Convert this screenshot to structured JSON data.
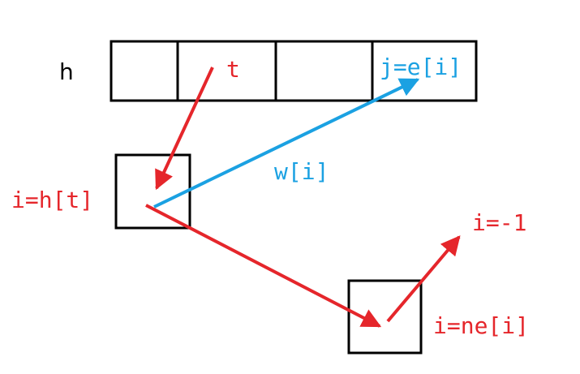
{
  "colors": {
    "stroke": "#000000",
    "red": "#e5262b",
    "blue": "#1ba1e2",
    "text": "#000000"
  },
  "labels": {
    "h": "h",
    "t": "t",
    "j_eq_e_i": "j=e[i]",
    "w_i": "w[i]",
    "i_eq_h_t": "i=h[t]",
    "i_eq_neg1": "i=-1",
    "i_eq_ne_i": "i=ne[i]"
  }
}
